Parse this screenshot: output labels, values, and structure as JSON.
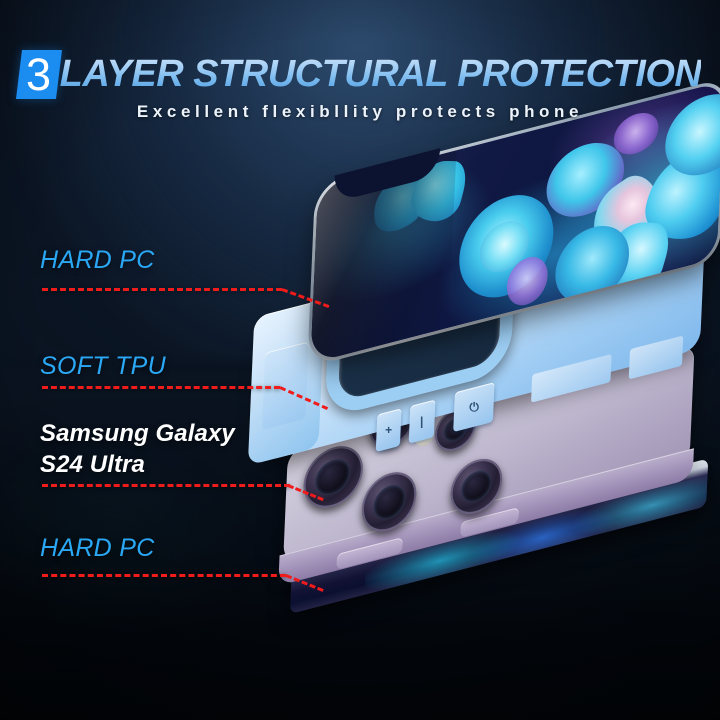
{
  "background": {
    "top_color": "#2b4a72",
    "mid_color": "#132541",
    "bottom_color": "#03070c"
  },
  "header": {
    "badge_number": "3",
    "badge_color": "#1b8cf0",
    "headline": "LAYER STRUCTURAL PROTECTION",
    "headline_color": "#8fc6f2",
    "subheadline": "Excellent flexibllity protects phone",
    "subheadline_color": "#ecf3fb"
  },
  "callouts": [
    {
      "id": "hard-pc-top",
      "label": "HARD PC",
      "color": "#2aa8f5",
      "line_color": "#f01b1b",
      "target": "printed-back-plate"
    },
    {
      "id": "soft-tpu",
      "label": "SOFT TPU",
      "color": "#2aa8f5",
      "line_color": "#f01b1b",
      "target": "tpu-bumper-layer"
    },
    {
      "id": "device-model",
      "label_line1": "Samsung Galaxy",
      "label_line2": "S24 Ultra",
      "color": "#ffffff",
      "line_color": "#f01b1b",
      "target": "phone-body"
    },
    {
      "id": "hard-pc-bottom",
      "label": "HARD PC",
      "color": "#2aa8f5",
      "line_color": "#f01b1b",
      "target": "bottom-frame-layer"
    }
  ],
  "product": {
    "layers": [
      {
        "name": "printed-back-plate",
        "material": "Hard PC",
        "artwork": "blue butterflies and flowers",
        "base_color": "#0d1640",
        "accent_color": "#3ac8eb",
        "edge_color": "#e8eef6"
      },
      {
        "name": "tpu-bumper-layer",
        "material": "Soft TPU",
        "base_color": "#bcdcf8",
        "has_kickstand_ring": true,
        "buttons": [
          {
            "name": "volume-up-button",
            "glyph": "+"
          },
          {
            "name": "volume-down-button",
            "glyph": "|"
          },
          {
            "name": "power-button",
            "glyph": "⏻"
          }
        ]
      },
      {
        "name": "phone-body",
        "model": "Samsung Galaxy S24 Ultra",
        "finish_color": "#bdb6cd",
        "rail_color": "#a596bc",
        "camera_lens_count": 4,
        "has_flash": true
      },
      {
        "name": "bottom-frame-layer",
        "material": "Hard PC",
        "base_color": "#141436",
        "clip_color": "#e9eef5",
        "clip_count": 4
      }
    ]
  }
}
